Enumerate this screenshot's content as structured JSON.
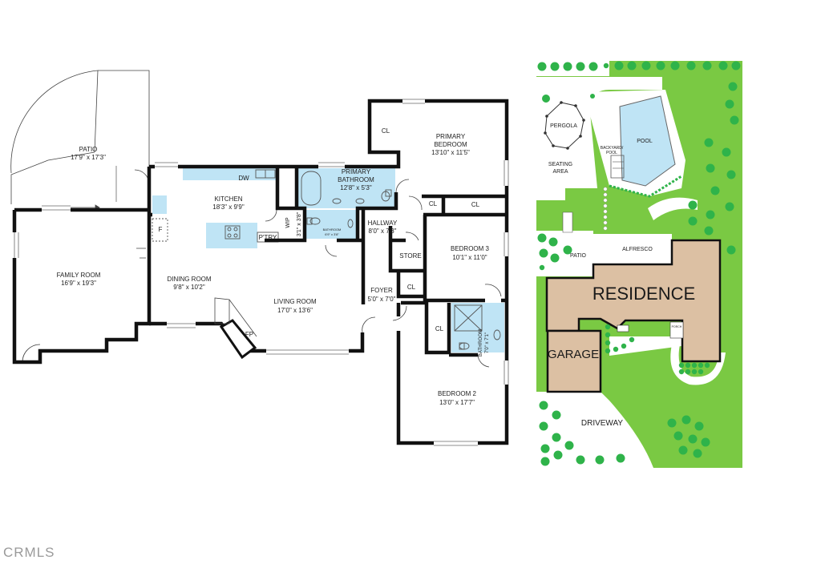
{
  "floor_plan": {
    "rooms": [
      {
        "name": "PATIO",
        "dims": "17'9\" x 17'3\""
      },
      {
        "name": "KITCHEN",
        "dims": "18'3\" x 9'9\""
      },
      {
        "name": "PRIMARY BATHROOM",
        "line1": "PRIMARY",
        "line2": "BATHROOM",
        "dims": "12'8\" x 5'3\""
      },
      {
        "name": "PRIMARY BEDROOM",
        "line1": "PRIMARY",
        "line2": "BEDROOM",
        "dims": "13'10\" x 11'5\""
      },
      {
        "name": "FAMILY ROOM",
        "dims": "16'9\" x 19'3\""
      },
      {
        "name": "DINING ROOM",
        "dims": "9'8\" x 10'2\""
      },
      {
        "name": "LIVING ROOM",
        "dims": "17'0\" x 13'6\""
      },
      {
        "name": "HALLWAY",
        "dims": "8'0\" x 7'3\""
      },
      {
        "name": "FOYER",
        "dims": "5'0\" x 7'0\""
      },
      {
        "name": "BEDROOM 3",
        "dims": "10'1\" x 11'0\""
      },
      {
        "name": "BEDROOM 2",
        "dims": "13'0\" x 17'7\""
      },
      {
        "name": "BATHROOM",
        "dims": "7'0\" x 7'1\""
      },
      {
        "name": "BATHROOM",
        "dims": "6'9\" x 3'8\""
      }
    ],
    "fixtures": {
      "dw": "DW",
      "wip": "WIP",
      "wip_dims": "3'1\" x 3'8\"",
      "pantry": "P'TRY",
      "fridge": "F",
      "fireplace": "FP",
      "closet": "CL",
      "store": "STORE"
    }
  },
  "site_plan": {
    "residence": "RESIDENCE",
    "garage": "GARAGE",
    "pergola": "PERGOLA",
    "seating_line1": "SEATING",
    "seating_line2": "AREA",
    "pool": "POOL",
    "backyard_line1": "BACKYARD/",
    "backyard_line2": "POOL",
    "patio": "PATIO",
    "alfresco": "ALFRESCO",
    "driveway": "DRIVEWAY",
    "porch": "PORCH"
  },
  "watermark": "CRMLS",
  "colors": {
    "wall": "#111111",
    "wet_area": "#bfe4f5",
    "lawn": "#7ac943",
    "tree": "#2fb34a",
    "residence": "#dcc0a3",
    "pool": "#bfe4f5",
    "paving": "#ffffff"
  }
}
